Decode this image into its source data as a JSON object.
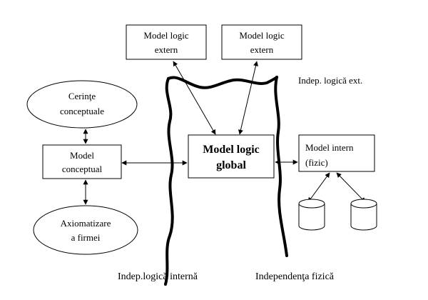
{
  "nodes": {
    "ext1": {
      "lines": [
        "Model logic",
        "extern"
      ]
    },
    "ext2": {
      "lines": [
        "Model logic",
        "extern"
      ]
    },
    "cerinte": {
      "lines": [
        "Cerinţe",
        "conceptuale"
      ]
    },
    "conceptual": {
      "lines": [
        "Model",
        "conceptual"
      ]
    },
    "axiomatizare": {
      "lines": [
        "Axiomatizare",
        "a firmei"
      ]
    },
    "global": {
      "lines": [
        "Model logic",
        "global"
      ]
    },
    "intern": {
      "lines": [
        "Model intern",
        "(fizic)"
      ]
    }
  },
  "labels": {
    "indep_ext": "Indep. logică ext.",
    "indep_int": "Indep.logică internă",
    "indep_fiz": "Independenţa fizică"
  }
}
